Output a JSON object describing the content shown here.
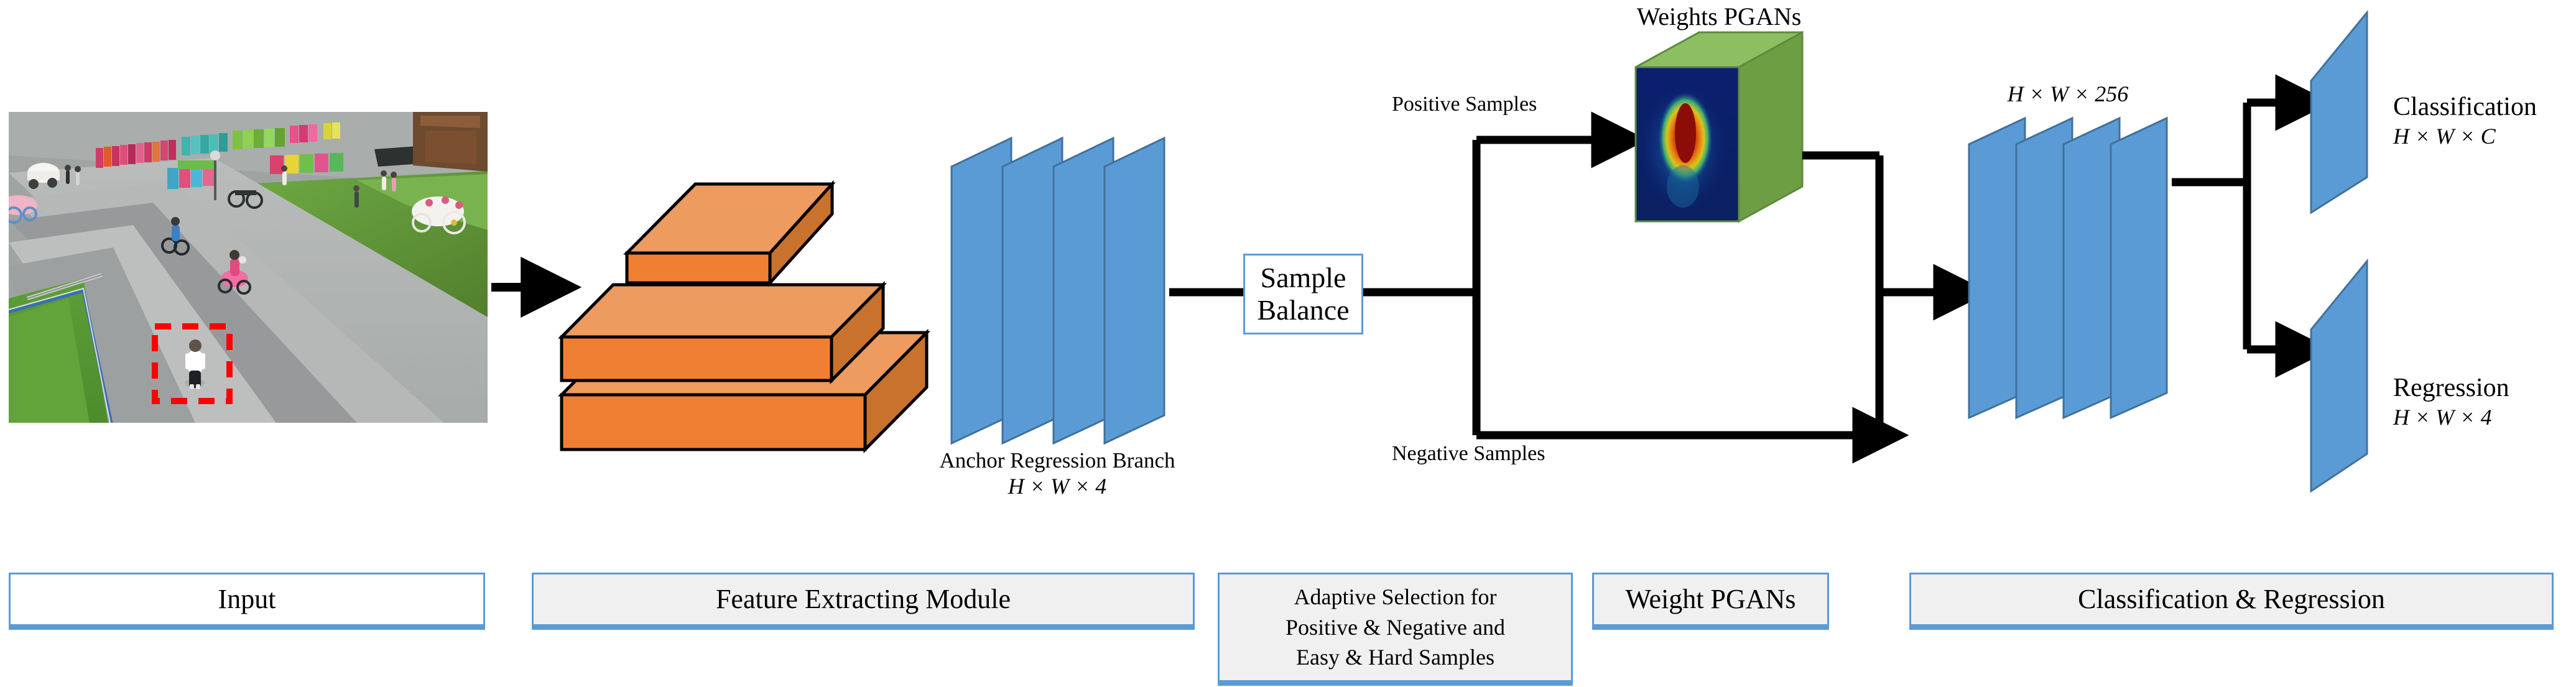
{
  "figure": {
    "title": "Network architecture pipeline diagram",
    "colors": {
      "slab_blue": "#5B9BD5",
      "slab_blue_edge": "#41719C",
      "block_orange_top": "#ED9B5E",
      "block_orange_side": "#C9722E",
      "block_orange_front": "#EF8033",
      "pgan_cube_green": "#76A646",
      "pgan_cube_green_top": "#8CBF62",
      "box_border_blue": "#5B9BD5",
      "caption_fill_gray": "#F0F0F0",
      "caption_fill_white": "#FFFFFF",
      "arrow_black": "#000000",
      "bbox_red": "#FF0000"
    }
  },
  "input_stage": {
    "bbox_label": "red dashed detection box",
    "caption": "Input"
  },
  "feature_stage": {
    "caption": "Feature Extracting Module",
    "pyramid_levels": 3
  },
  "anchor_branch": {
    "label": "Anchor Regression Branch",
    "dims": "H × W × 4",
    "slab_count": 4
  },
  "sample_balance": {
    "line1": "Sample",
    "line2": "Balance"
  },
  "adaptive_stage": {
    "caption_line1": "Adaptive Selection for",
    "caption_line2": "Positive & Negative and",
    "caption_line3": "Easy & Hard Samples"
  },
  "branches": {
    "positive": "Positive Samples",
    "negative": "Negative Samples"
  },
  "pgans": {
    "title": "Weights PGANs",
    "caption": "Weight PGANs"
  },
  "head_stage": {
    "dims": "H × W × 256",
    "slab_count": 4,
    "caption": "Classification & Regression"
  },
  "outputs": [
    {
      "name": "Classification",
      "dims": "H × W × C"
    },
    {
      "name": "Regression",
      "dims": "H × W × 4"
    }
  ]
}
